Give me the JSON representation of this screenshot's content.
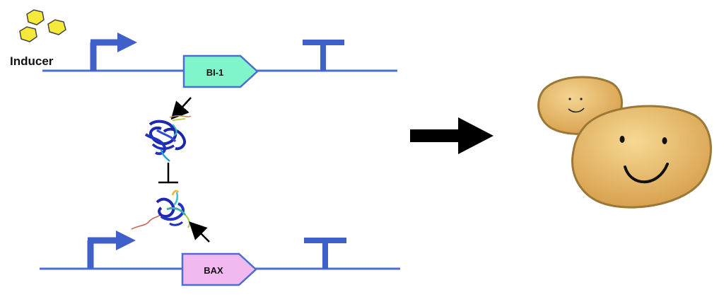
{
  "inducer": {
    "label": "Inducer"
  },
  "genes": [
    {
      "id": "bi1",
      "label": "BI-1",
      "fill": "#7ff5c9"
    },
    {
      "id": "bax",
      "label": "BAX",
      "fill": "#f2b8f0"
    }
  ],
  "colors": {
    "dna_line": "#4a6fd0",
    "promoter": "#3f5fc9",
    "gene_stroke": "#4a6fd0",
    "inducer_fill": "#f5ea3a",
    "cell_fill": "#e8b85c",
    "cell_stroke": "#9a7838",
    "big_arrow": "#000000"
  }
}
